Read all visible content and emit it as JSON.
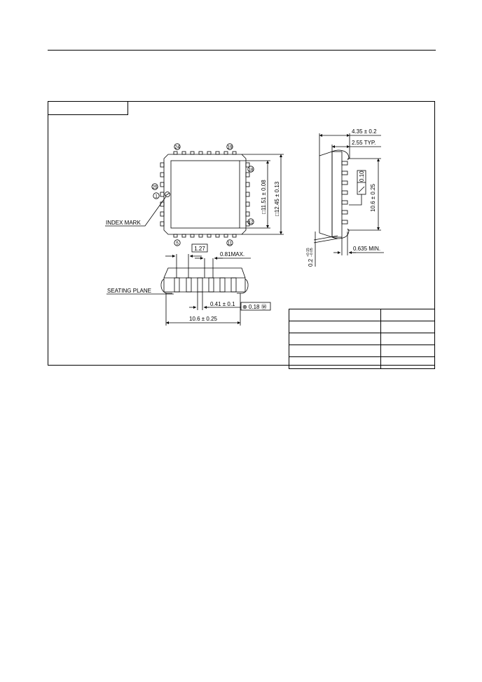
{
  "package_outline": {
    "title_box_text": "",
    "top_view": {
      "pin_labels": {
        "p25": "25",
        "p1": "1",
        "p5": "5",
        "p11": "11",
        "p12": "12",
        "p18": "18",
        "p19": "19",
        "p24": "24"
      },
      "index_mark_label": "INDEX MARK",
      "dim_inner": "□11.51 ± 0.08",
      "dim_outer": "□12.45 ± 0.13"
    },
    "front_view": {
      "pitch": "1.27",
      "lead_max": "0.81MAX.",
      "seating_plane": "SEATING PLANE",
      "lead_width": "0.41 ± 0.1",
      "tolerance_frame": "⊕ 0.18 Ⓜ",
      "overall_width": "10.6 ± 0.25"
    },
    "side_view": {
      "height": "4.35 ± 0.2",
      "body_typ": "2.55 TYP.",
      "flatness": "0.10",
      "lead_span": "10.6 ± 0.25",
      "standoff_min": "0.635 MIN.",
      "foot": "0.2",
      "foot_tol_plus": "+0.15",
      "foot_tol_minus": "−0.05"
    },
    "table_rows": [
      [
        "",
        ""
      ],
      [
        "",
        ""
      ],
      [
        "",
        ""
      ],
      [
        "",
        ""
      ],
      [
        "",
        ""
      ]
    ]
  }
}
